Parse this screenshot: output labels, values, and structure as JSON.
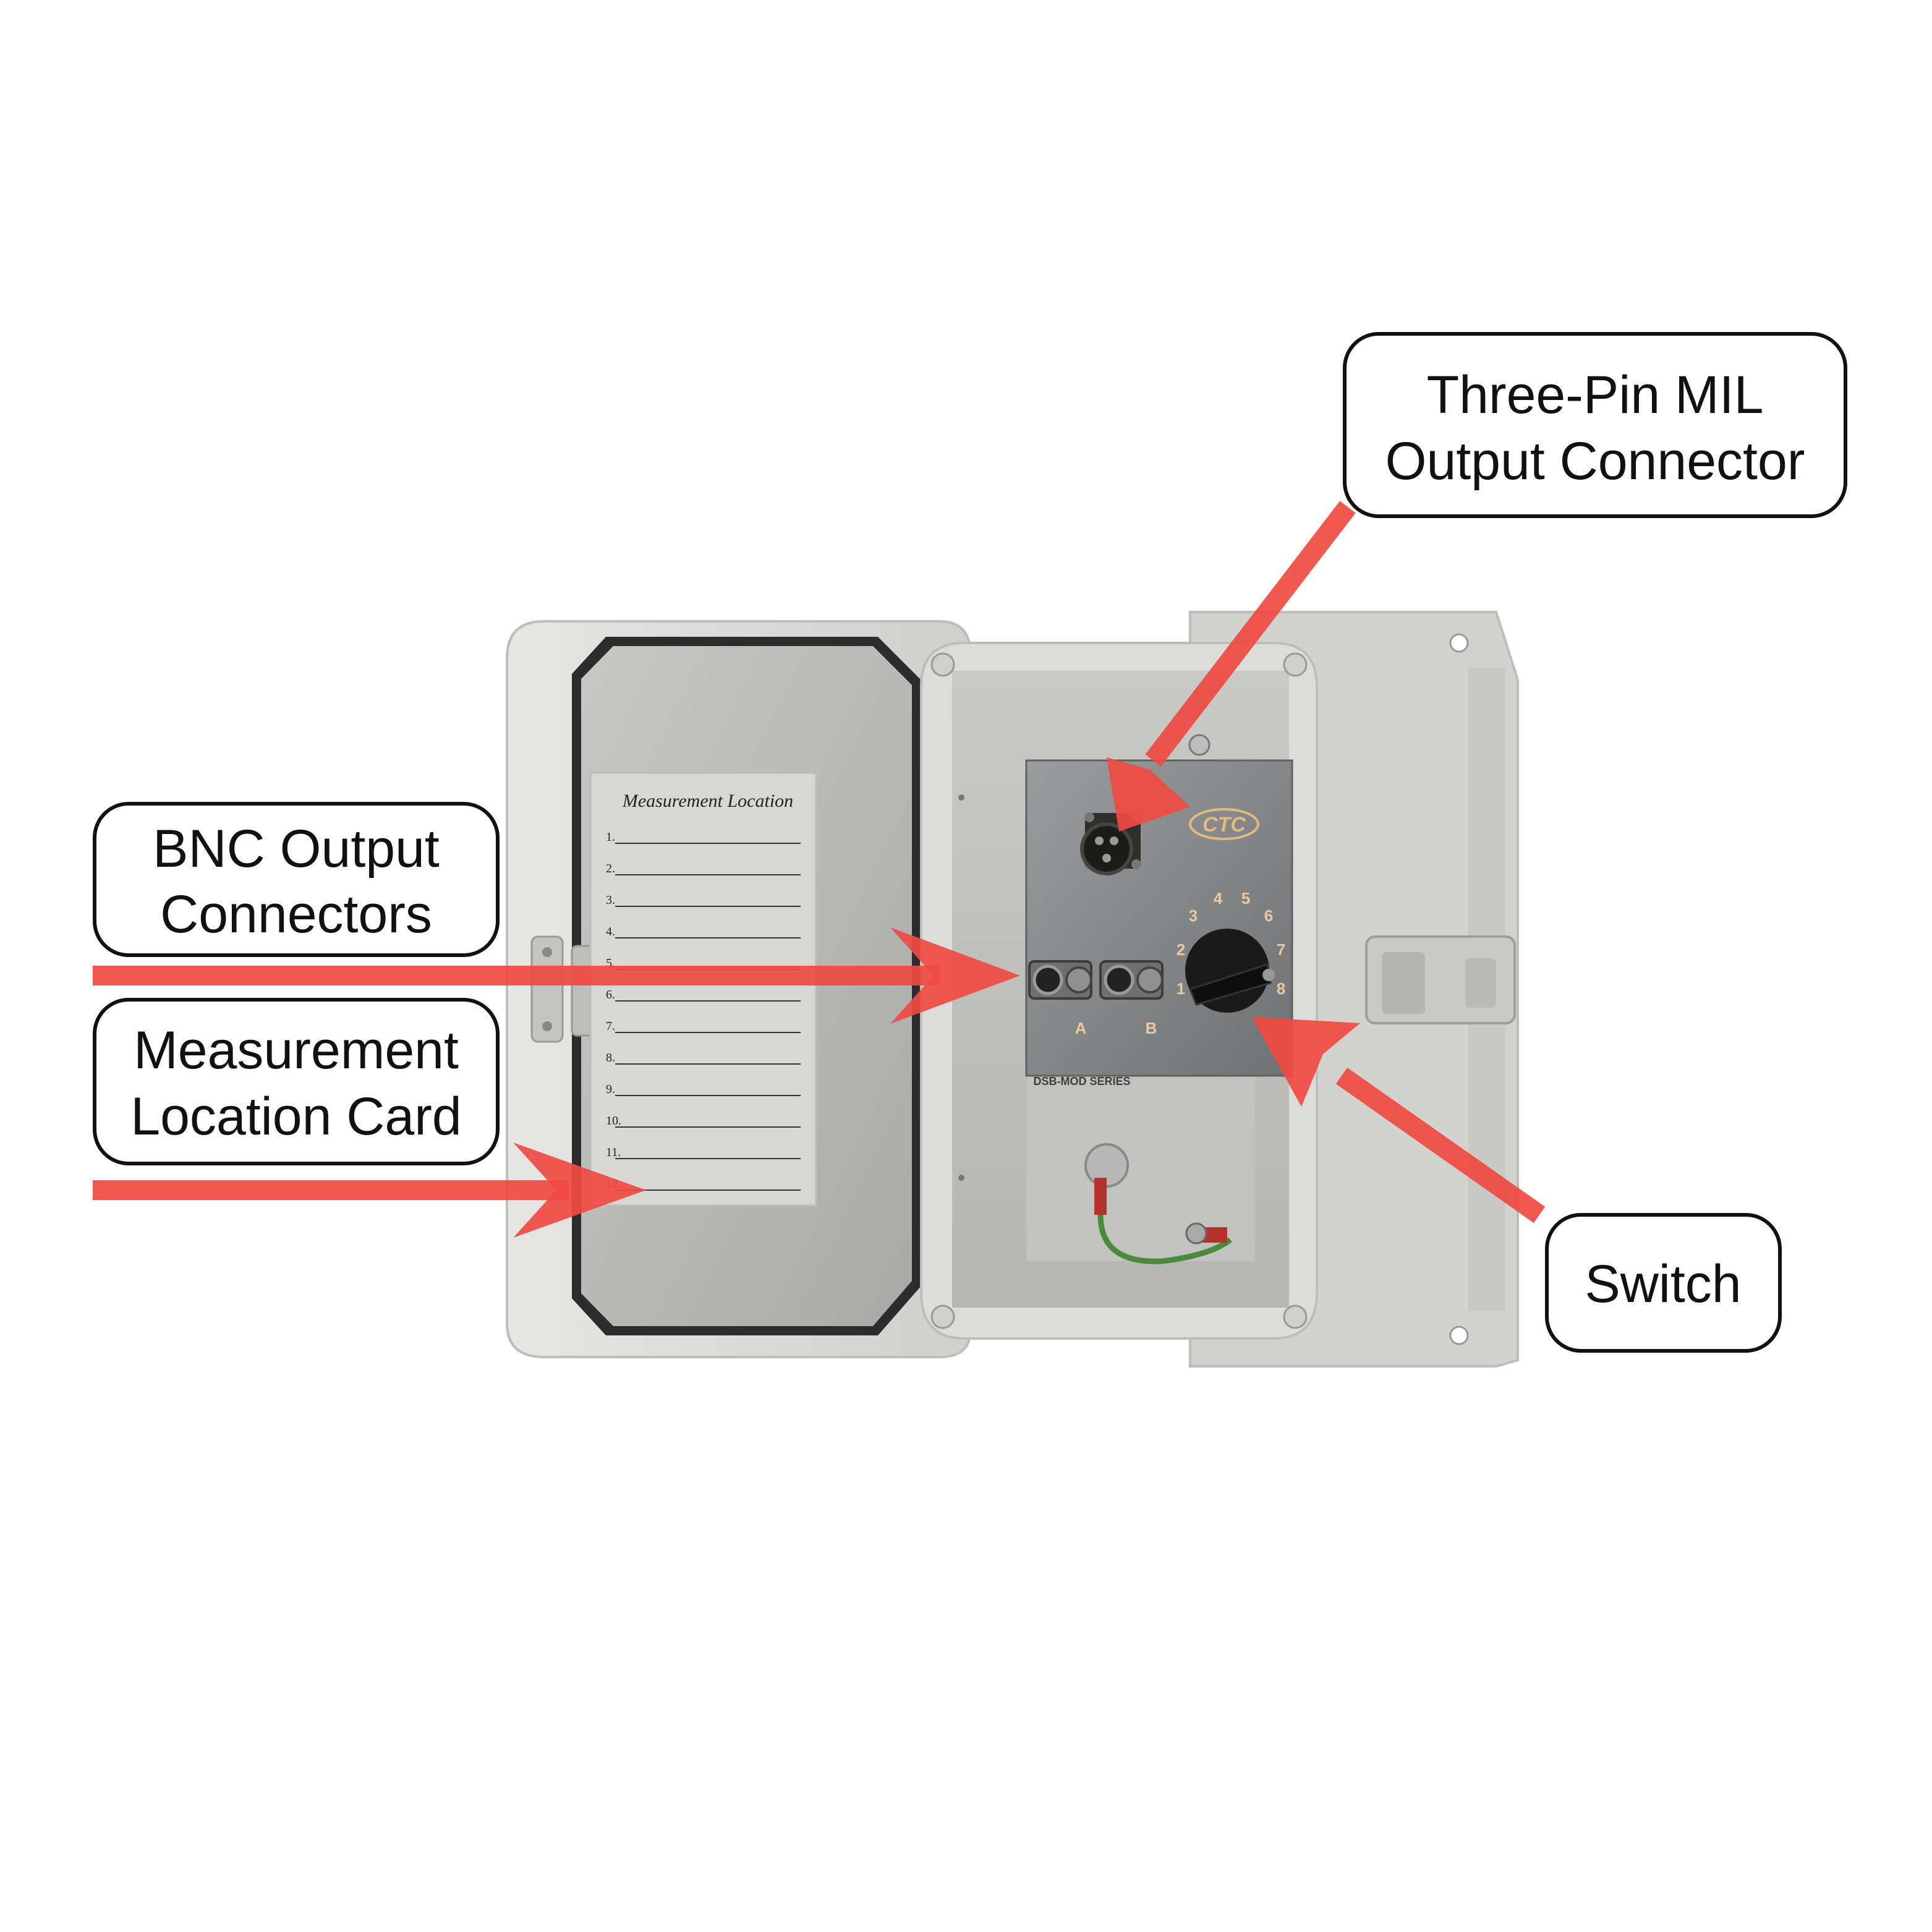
{
  "callouts": {
    "mil_connector": {
      "line1": "Three-Pin MIL",
      "line2": "Output Connector"
    },
    "bnc": {
      "line1": "BNC Output",
      "line2": "Connectors"
    },
    "card": {
      "line1": "Measurement",
      "line2": "Location Card"
    },
    "switch": {
      "line1": "Switch"
    }
  },
  "measurement_card": {
    "title": "Measurement Location",
    "items": [
      "1.",
      "2.",
      "3.",
      "4.",
      "5.",
      "6.",
      "7.",
      "8.",
      "9.",
      "10.",
      "11.",
      "12."
    ]
  },
  "panel": {
    "bnc_labels": [
      "A",
      "B"
    ],
    "switch_positions": [
      "1",
      "2",
      "3",
      "4",
      "5",
      "6",
      "7",
      "8"
    ],
    "series_label": "DSB-MOD SERIES",
    "logo": "CTC"
  },
  "colors": {
    "arrow": "#f04a42",
    "enclosure": "#d9d9d6",
    "panel": "#8a8c8e"
  }
}
